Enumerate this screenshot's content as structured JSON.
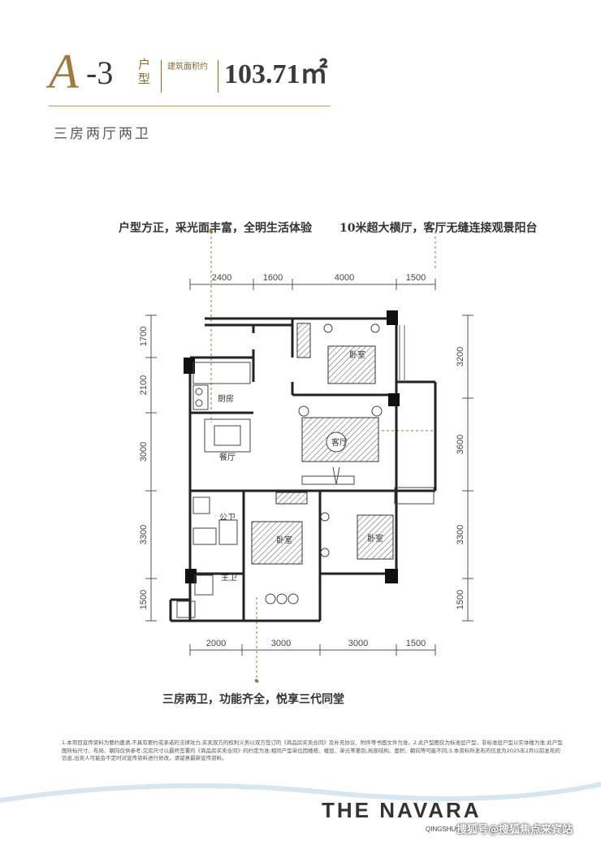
{
  "header": {
    "letter": "A",
    "number": "-3",
    "huxing_label": "户型",
    "area_label": "建筑面积约",
    "area_value": "103.71㎡",
    "subtitle": "三房两厅两卫"
  },
  "features": {
    "top_left": "户型方正，采光面丰富，全明生活体验",
    "top_right": "10米超大横厅，客厅无缝连接观景阳台",
    "bottom": "三房两卫，功能齐全，悦享三代同堂"
  },
  "dimensions": {
    "top": [
      "2400",
      "1600",
      "4000",
      "1500"
    ],
    "bottom": [
      "2000",
      "3000",
      "3000",
      "1500"
    ],
    "left": [
      "1700",
      "2100",
      "3000",
      "3300",
      "1500"
    ],
    "right": [
      "3200",
      "3600",
      "3300",
      "1500"
    ]
  },
  "rooms": {
    "bedroom_top": "卧室",
    "kitchen": "厨房",
    "living": "客厅",
    "dining": "餐厅",
    "public_bath": "公卫",
    "master_bath": "主卫",
    "bedroom_mid": "卧室",
    "bedroom_right": "卧室"
  },
  "disclaimer": "1.本项目宣传资料为要约邀请,不具有要约或承诺的法律效力,买卖双方的权利义务以双方签订的《商品房买卖合同》及补充协议、附件等书面文件为准。2.此户型图仅为标准层户型，非标准层户型以实体楼为准;此户型图所标尺寸、布局、朝向仅供参考,交房尺寸以最终签署的《商品房买卖合同》的约定为准;相同户型单位因楼栋、楼层、单元等差别,局部结构、面积、朝向等可能不同;3.本资料所发布的信息为2025年2月以前发布的信息,出卖人可能会不定时对宣传资料进行修改，请留意最新宣传资料。",
  "brand": {
    "name": "THE NAVARA",
    "sub": "QINGSHUI"
  },
  "watermark": "搜狐号@搜狐焦点来宾站",
  "colors": {
    "gold": "#a07a3e",
    "wall": "#222222",
    "hatch": "#666666"
  }
}
